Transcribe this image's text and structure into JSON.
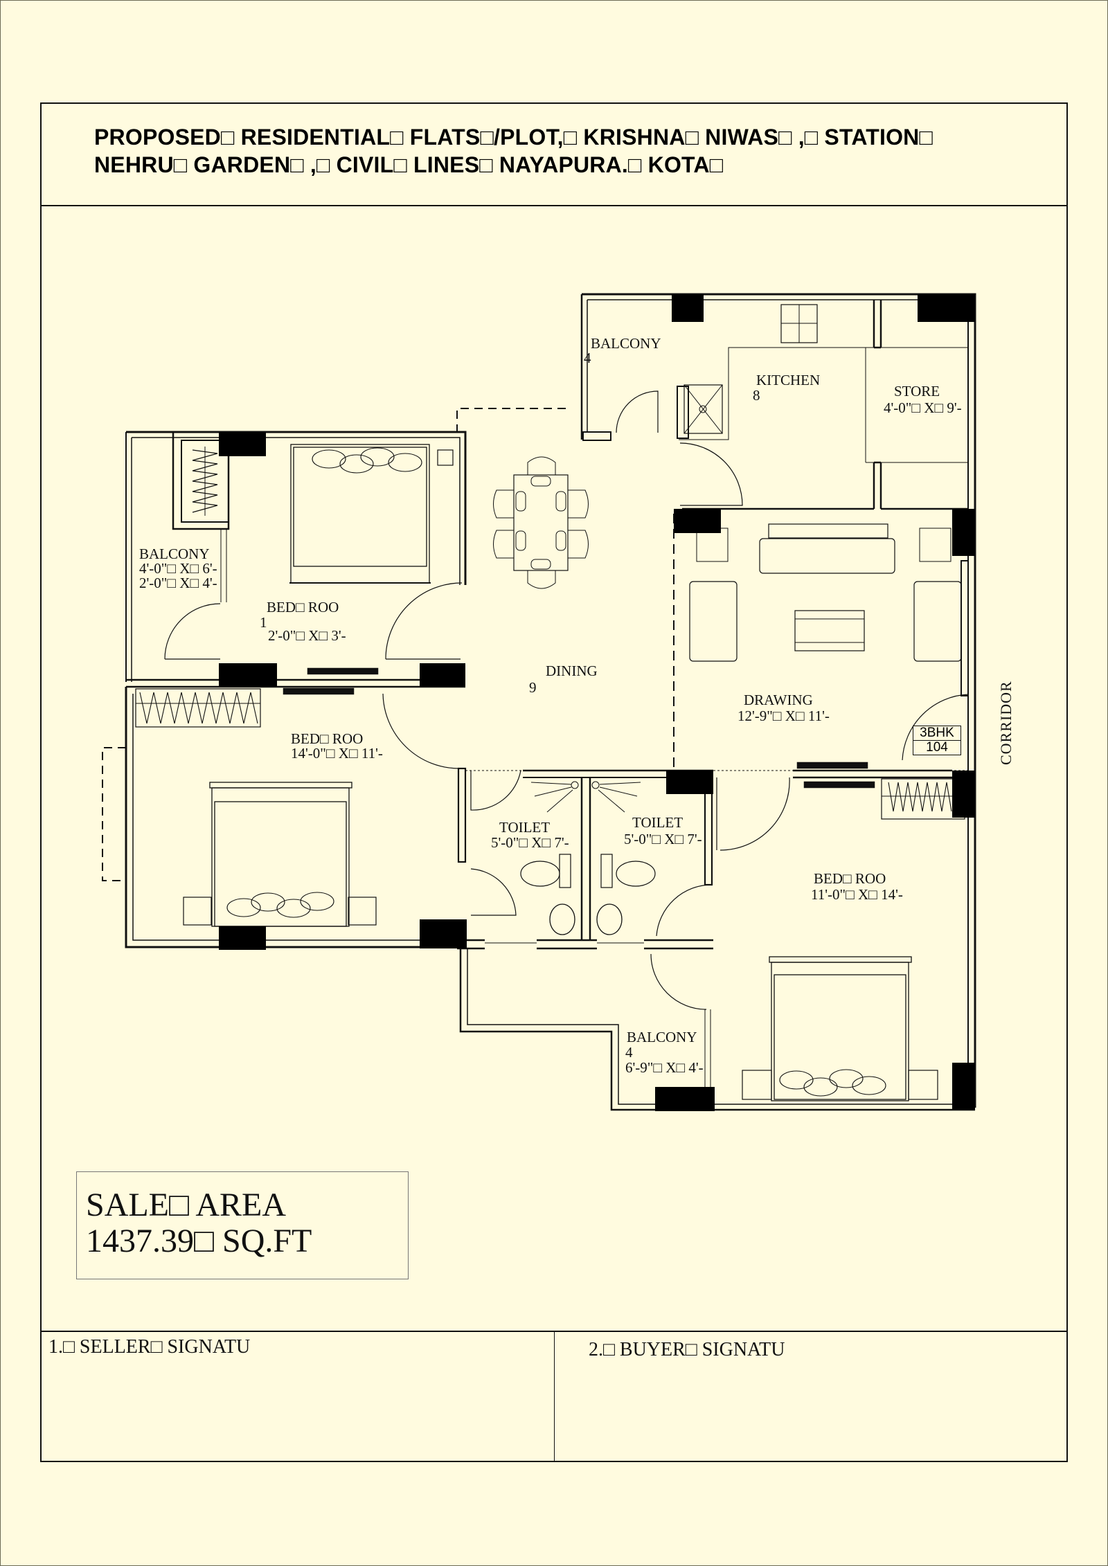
{
  "title": {
    "line1": "PROPOSED□ RESIDENTIAL□ FLATS□/PLOT,□ KRISHNA□ NIWAS□ ,□ STATION□",
    "line2": "NEHRU□ GARDEN□ ,□ CIVIL□ LINES□ NAYAPURA.□ KOTA□"
  },
  "rooms": {
    "balcony_top": {
      "name": "BALCONY",
      "num": "4"
    },
    "kitchen": {
      "name": "KITCHEN",
      "num": "8"
    },
    "store": {
      "name": "STORE",
      "size": "4'-0\"□ X□ 9'-"
    },
    "balcony_left": {
      "name": "BALCONY",
      "size1": "4'-0\"□ X□ 6'-",
      "size2": "2'-0\"□ X□ 4'-"
    },
    "bedroom1": {
      "name": "BED□ ROO",
      "num": "1",
      "size": "2'-0\"□ X□ 3'-"
    },
    "dining": {
      "name": "DINING",
      "num": "9"
    },
    "drawing": {
      "name": "DRAWING",
      "size": "12'-9\"□ X□ 11'-"
    },
    "bedroom2": {
      "name": "BED□ ROO",
      "size": "14'-0\"□ X□ 11'-"
    },
    "toilet1": {
      "name": "TOILET",
      "size": "5'-0\"□ X□ 7'-"
    },
    "toilet2": {
      "name": "TOILET",
      "size": "5'-0\"□ X□ 7'-"
    },
    "bedroom3": {
      "name": "BED□ ROO",
      "size": "11'-0\"□ X□ 14'-"
    },
    "balcony_bottom": {
      "name": "BALCONY",
      "num": "4",
      "size": "6'-9\"□ X□ 4'-"
    }
  },
  "corridor": "CORRIDOR",
  "unit_tag": {
    "type": "3BHK",
    "number": "104"
  },
  "sale_area": {
    "label": "SALE□ AREA",
    "value": "1437.39□ SQ.FT"
  },
  "signatures": {
    "seller": "1.□ SELLER□ SIGNATU",
    "buyer": "2.□ BUYER□ SIGNATU"
  },
  "colors": {
    "background": "#FFFBDF",
    "line": "#111111",
    "column": "#000000"
  }
}
